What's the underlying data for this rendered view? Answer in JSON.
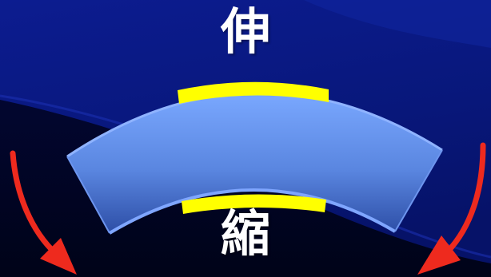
{
  "labels": {
    "top": "伸",
    "bottom": "縮"
  },
  "colors": {
    "background_top": "#0a1a8a",
    "background_mid": "#05136b",
    "background_dark": "#000422",
    "beam_top": "#79a6ff",
    "beam_bottom": "#2a4aa8",
    "beam_edge": "#8fb3ff",
    "strain_gauge": "#ffff00",
    "arrow": "#ee2a1e",
    "label": "#ffffff"
  },
  "icons": {
    "left_arrow": "curved-arrow-down-right",
    "right_arrow": "curved-arrow-down-left"
  }
}
